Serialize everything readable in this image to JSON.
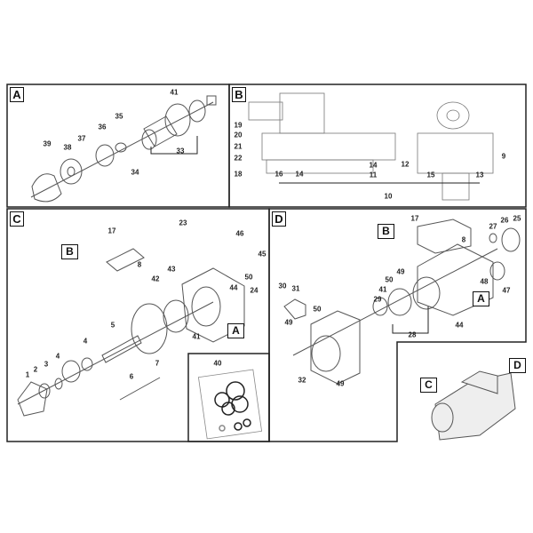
{
  "panels": {
    "a": {
      "letter": "A",
      "labels": [
        "41",
        "35",
        "36",
        "37",
        "39",
        "38",
        "33",
        "34"
      ]
    },
    "b": {
      "letter": "B",
      "labels": [
        "19",
        "20",
        "21",
        "22",
        "18",
        "16",
        "14",
        "14",
        "11",
        "12",
        "15",
        "13",
        "9",
        "10"
      ]
    },
    "c": {
      "letter": "C",
      "labels": [
        "17",
        "8",
        "23",
        "46",
        "45",
        "43",
        "42",
        "50",
        "44",
        "24",
        "5",
        "41",
        "4",
        "4",
        "3",
        "2",
        "1",
        "7",
        "6"
      ],
      "callouts": [
        "B",
        "A"
      ]
    },
    "d": {
      "letter": "D",
      "labels": [
        "17",
        "8",
        "26",
        "25",
        "27",
        "49",
        "50",
        "48",
        "47",
        "30",
        "31",
        "41",
        "29",
        "50",
        "49",
        "44",
        "28",
        "32",
        "49"
      ],
      "callouts": [
        "B",
        "A",
        "C",
        "D"
      ]
    },
    "kit": {
      "labels": [
        "40"
      ]
    }
  }
}
